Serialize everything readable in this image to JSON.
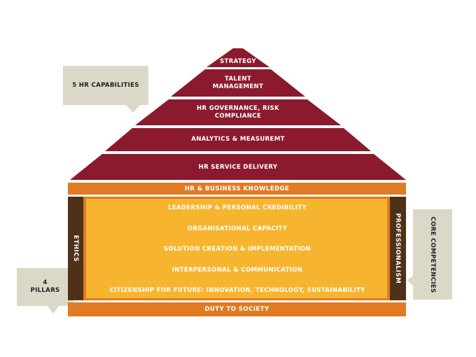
{
  "roof": {
    "tiers": [
      {
        "label": "STRATEGY"
      },
      {
        "label": "TALENT\nMANAGEMENT"
      },
      {
        "label": "HR GOVERNANCE, RISK\nCOMPLIANCE"
      },
      {
        "label": "ANALYTICS & MEASUREMT"
      },
      {
        "label": "HR SERVICE DELIVERY"
      }
    ]
  },
  "foundation_top": {
    "label": "HR & BUSINESS KNOWLEDGE"
  },
  "foundation_bottom": {
    "label": "DUTY TO SOCIETY"
  },
  "pillars": {
    "left": {
      "label": "ETHICS"
    },
    "right": {
      "label": "PROFESSIONALISM"
    }
  },
  "competencies": [
    {
      "label": "LEADERSHIP & PERSONAL CREDIBILITY"
    },
    {
      "label": "ORGANISATIONAL CAPACITY"
    },
    {
      "label": "SOLUTION CREATION & IMPLEMENTATION"
    },
    {
      "label": "INTERPERSONAL & COMMUNICATION"
    },
    {
      "label": "CITIZENSHIP FOR FUTURE: INNOVATION, TECHNOLOGY, SUSTAINABILITY"
    }
  ],
  "callouts": {
    "capabilities": {
      "label": "5 HR CAPABILITIES"
    },
    "pillars_count": {
      "label": "4\nPILLARS"
    },
    "core": {
      "label": "CORE COMPETENCIES"
    }
  },
  "colors": {
    "roof": "#8b1a2e",
    "band": "#e07b24",
    "body": "#f7b52f",
    "pillar": "#4e3118",
    "callout": "#dcd8c8"
  }
}
